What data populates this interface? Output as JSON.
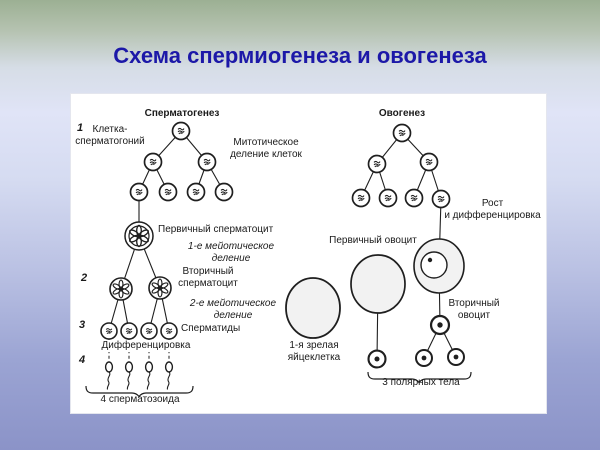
{
  "title": "Схема спермиогенеза и овогенеза",
  "spermatogenesis": {
    "header": "Сперматогенез",
    "num1": "1",
    "spermatogonium_label": "Клетка-\nсперматогоний",
    "mitotic_label": "Митотическое\nделение клеток",
    "primary_label": "Первичный сперматоцит",
    "meiosis1_label": "1-е мейотическое\nделение",
    "num2": "2",
    "secondary_label": "Вторичный\nсперматоцит",
    "meiosis2_label": "2-е мейотическое\nделение",
    "num3": "3",
    "spermatids_label": "Сперматиды",
    "differentiation_label": "Дифференцировка",
    "num4": "4",
    "result_label": "4 сперматозоида"
  },
  "oogenesis": {
    "header": "Овогенез",
    "growth_label": "Рост\nи дифференцировка",
    "primary_label": "Первичный овоцит",
    "secondary_label": "Вторичный\nовоцит",
    "egg_label": "1-я зрелая\nяйцеклетка",
    "polar_label": "3 полярных тела"
  },
  "colors": {
    "title_text": "#1c18a8",
    "ink": "#1f1f1f",
    "background_top": "#9cb093",
    "background_bottom": "#8b93c8",
    "panel": "#ffffff"
  }
}
